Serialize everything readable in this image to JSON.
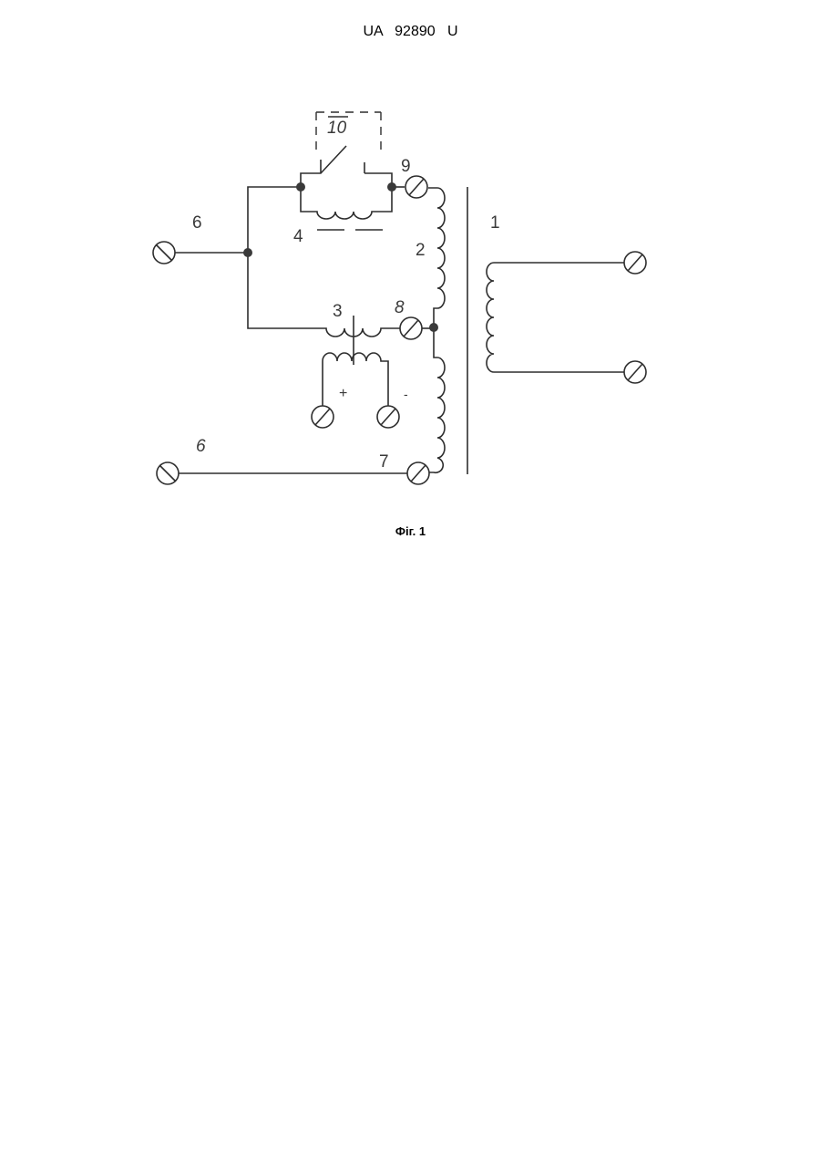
{
  "header": {
    "doc_id": "UA   92890   U"
  },
  "figure": {
    "caption": "Фіг. 1",
    "labels": {
      "transformer": "1",
      "secondary_winding": "2",
      "current_transformer": "3",
      "relay_coil": "4",
      "output_upper": "6",
      "output_lower": "6",
      "terminal_7": "7",
      "terminal_8": "8",
      "terminal_9": "9",
      "switch": "10",
      "plus": "+",
      "minus": "-"
    }
  }
}
